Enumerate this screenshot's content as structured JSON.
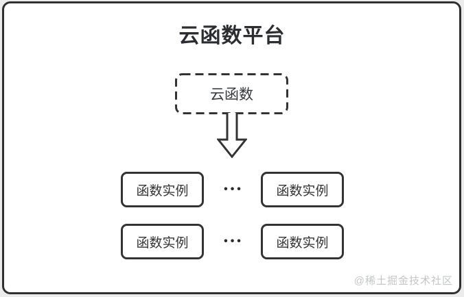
{
  "diagram": {
    "title": "云函数平台",
    "cloud_function": {
      "label": "云函数"
    },
    "rows": [
      {
        "left": "函数实例",
        "dots": "•••",
        "right": "函数实例"
      },
      {
        "left": "函数实例",
        "dots": "•••",
        "right": "函数实例"
      }
    ],
    "watermark": "@稀土掘金技术社区",
    "colors": {
      "stroke": "#333333",
      "title_text": "#2b2d31",
      "box_text": "#333333",
      "watermark_text": "#c3c5c7",
      "card_background": "#ffffff",
      "page_background": "#ececec"
    }
  }
}
